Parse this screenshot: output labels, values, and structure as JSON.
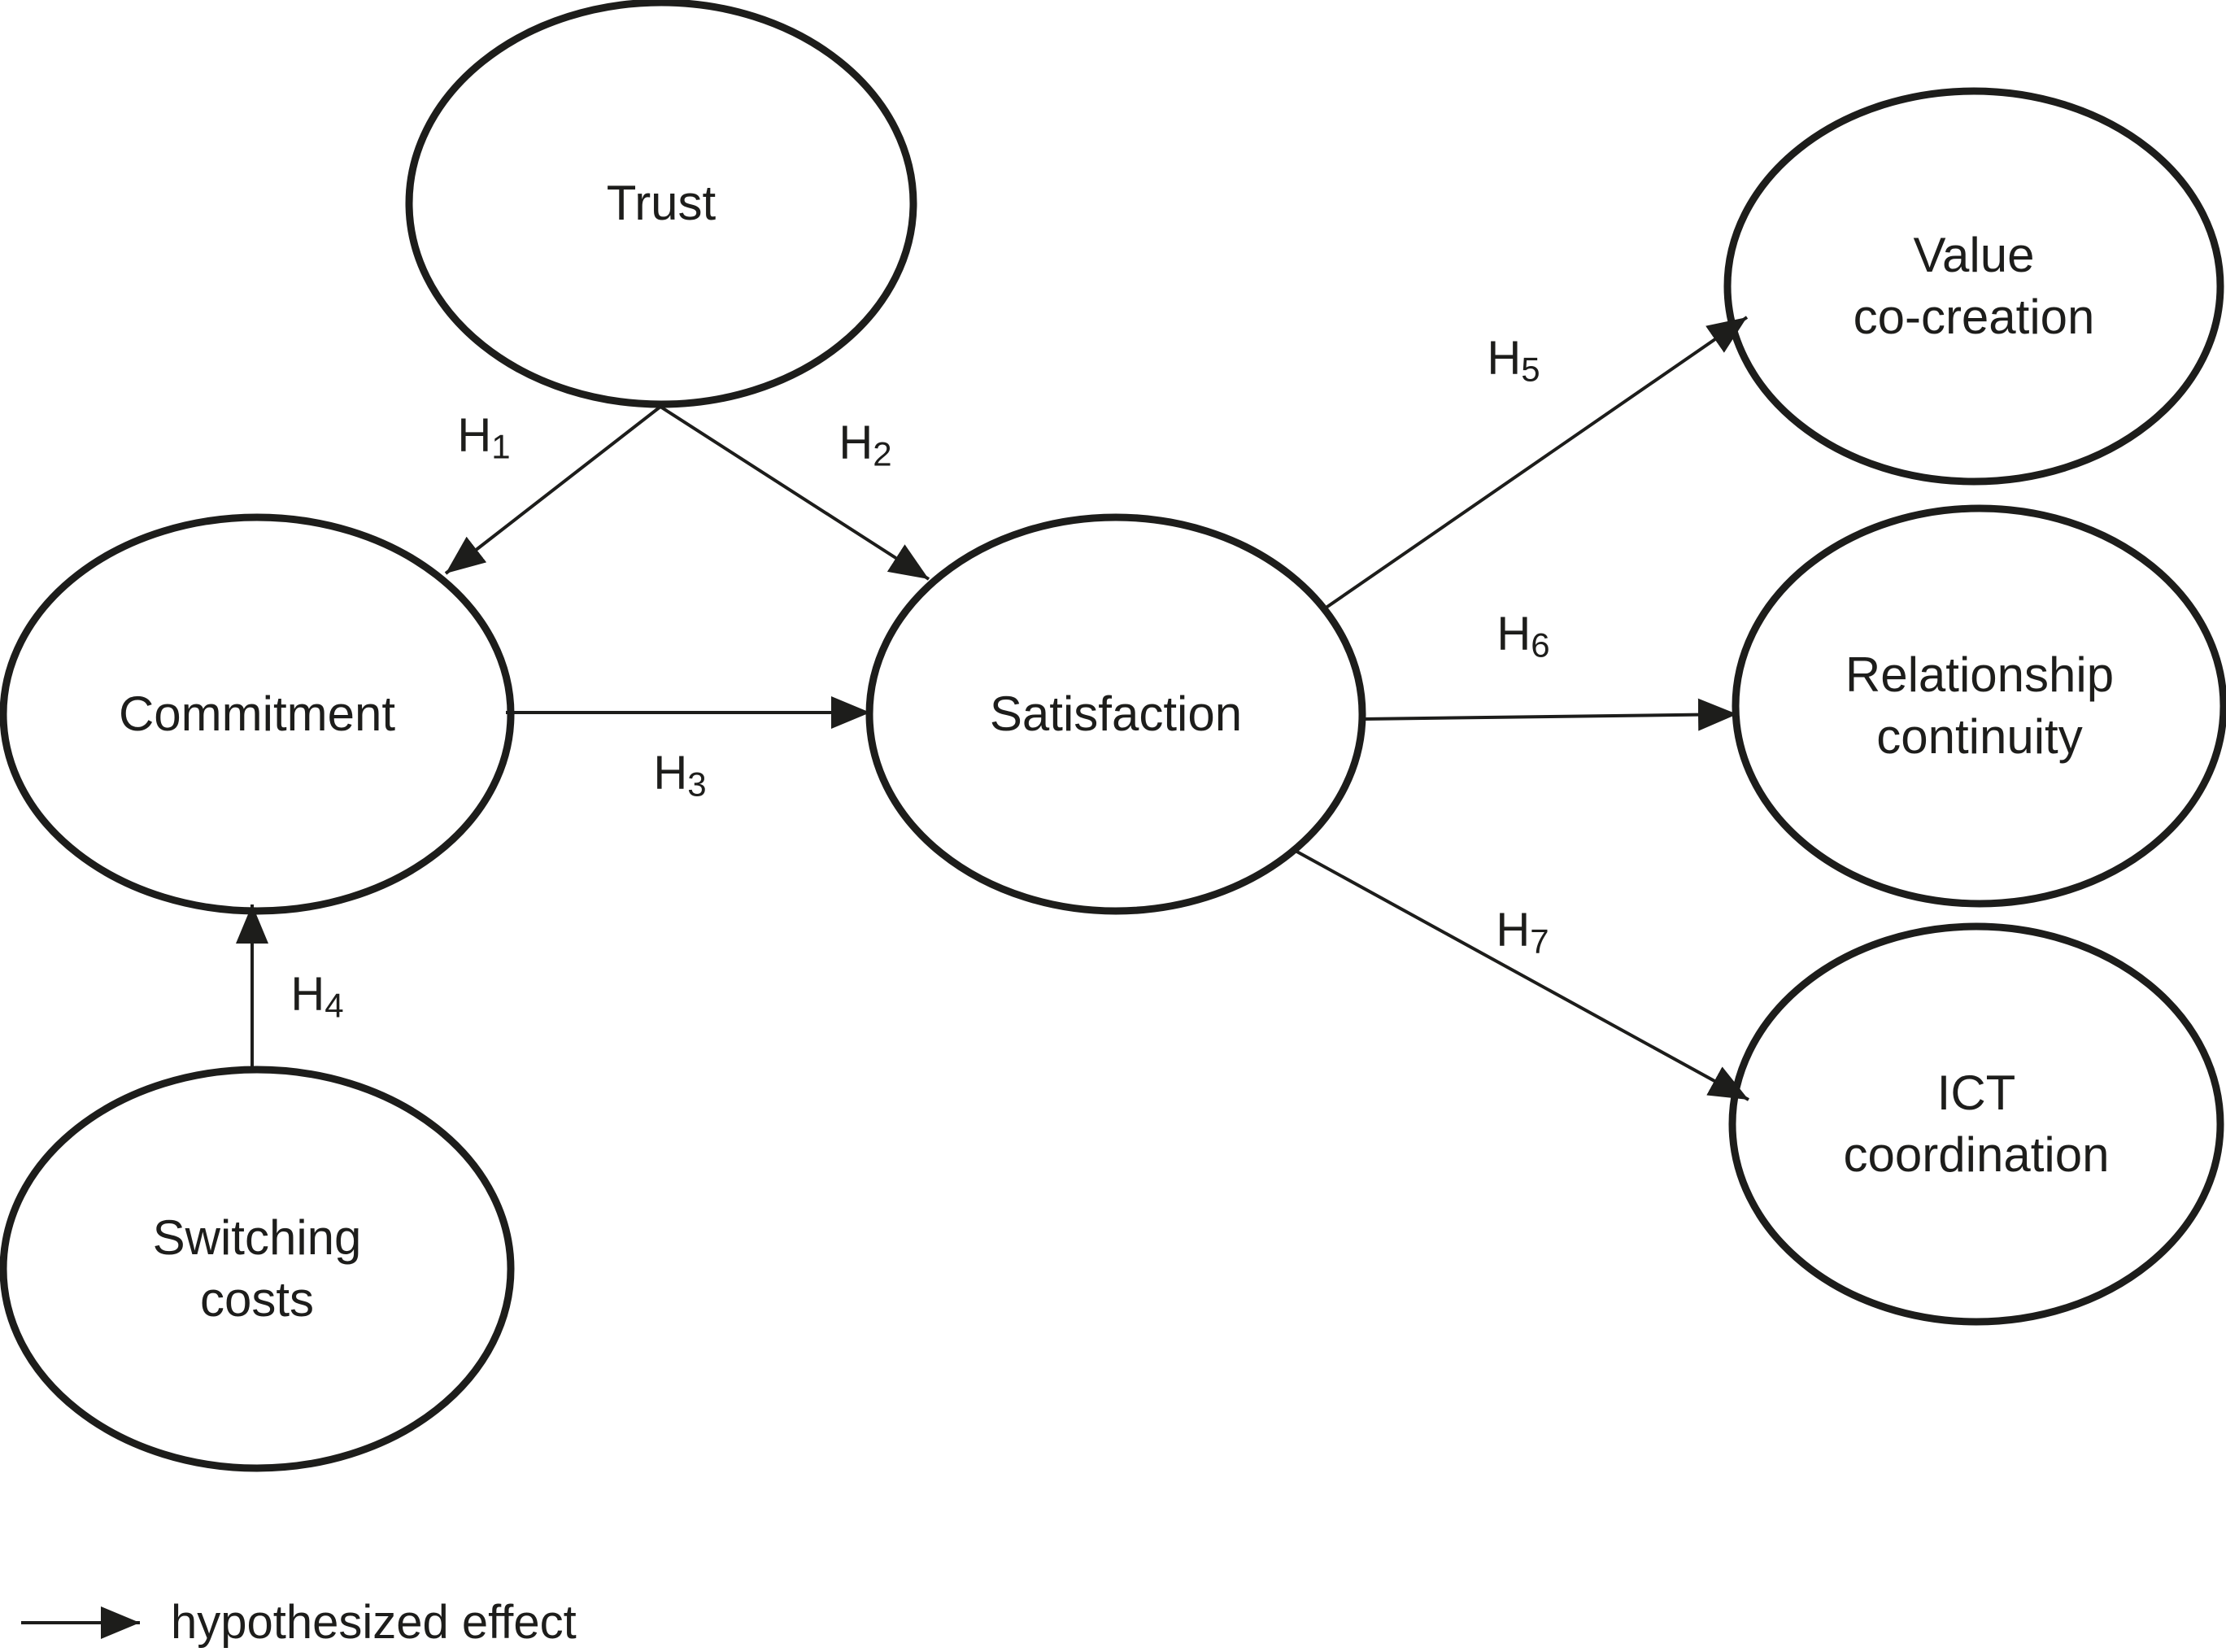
{
  "figure": {
    "type": "path-model-diagram",
    "legend": {
      "label": "hypothesized effect"
    },
    "nodes": [
      {
        "id": "trust",
        "label": "Trust"
      },
      {
        "id": "commitment",
        "label": "Commitment"
      },
      {
        "id": "satisfaction",
        "label": "Satisfaction"
      },
      {
        "id": "switching-costs",
        "label": "Switching\ncosts"
      },
      {
        "id": "value-co-creation",
        "label": "Value\nco-creation"
      },
      {
        "id": "relationship-continuity",
        "label": "Relationship\ncontinuity"
      },
      {
        "id": "ict-coordination",
        "label": "ICT\ncoordination"
      }
    ],
    "edges": [
      {
        "id": "H1",
        "label": "H",
        "sub": "1",
        "from": "trust",
        "to": "commitment"
      },
      {
        "id": "H2",
        "label": "H",
        "sub": "2",
        "from": "trust",
        "to": "satisfaction"
      },
      {
        "id": "H3",
        "label": "H",
        "sub": "3",
        "from": "commitment",
        "to": "satisfaction"
      },
      {
        "id": "H4",
        "label": "H",
        "sub": "4",
        "from": "switching-costs",
        "to": "commitment"
      },
      {
        "id": "H5",
        "label": "H",
        "sub": "5",
        "from": "satisfaction",
        "to": "value-co-creation"
      },
      {
        "id": "H6",
        "label": "H",
        "sub": "6",
        "from": "satisfaction",
        "to": "relationship-continuity"
      },
      {
        "id": "H7",
        "label": "H",
        "sub": "7",
        "from": "satisfaction",
        "to": "ict-coordination"
      }
    ],
    "colors": {
      "ink": "#1d1d1b",
      "background": "#ffffff"
    }
  }
}
